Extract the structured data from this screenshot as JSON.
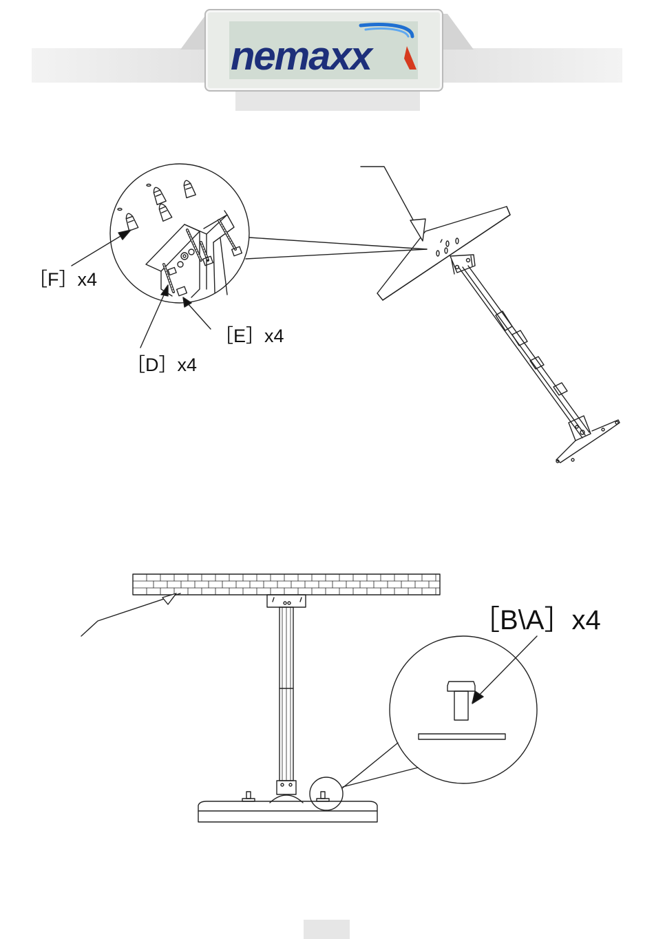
{
  "header": {
    "logo_text": "nemaxx",
    "colors": {
      "logo_blue": "#1d2f7a",
      "logo_swoosh": "#1f6fd1",
      "logo_red": "#d63a1e"
    }
  },
  "callouts": {
    "f": "［F］x4",
    "e": "［E］x4",
    "d": "［D］x4",
    "ba": "［B\\A］x4"
  },
  "footer": {
    "page_number": ""
  }
}
